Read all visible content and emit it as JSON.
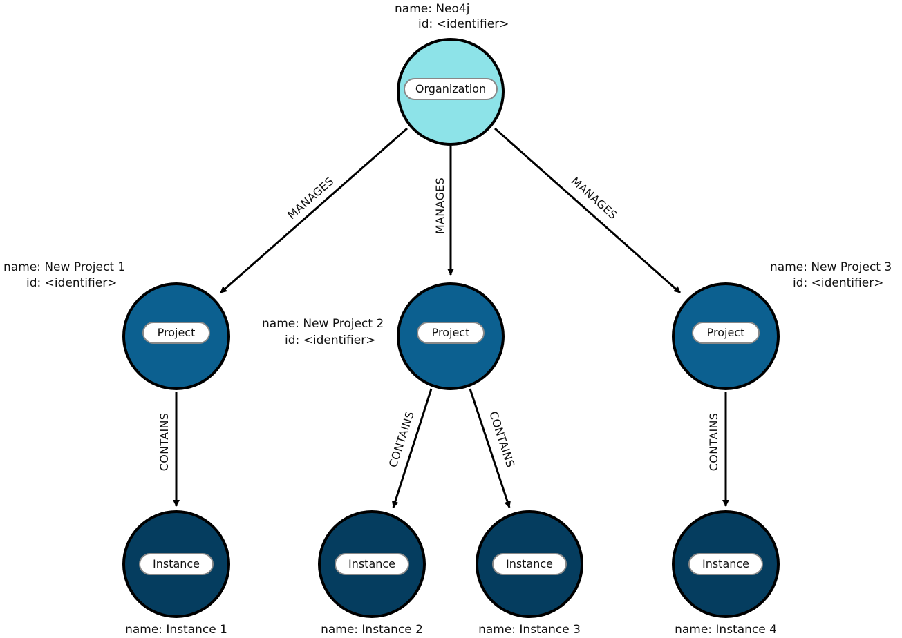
{
  "diagram": {
    "colors": {
      "organization": "#8de3e8",
      "project": "#0c6090",
      "instance": "#053d5f",
      "edge": "#000000",
      "label_pill_fill": "#ffffff",
      "label_pill_border": "#888888"
    },
    "nodes": {
      "org": {
        "label": "Organization",
        "prop_name": "name: Neo4j",
        "prop_id": "id: <identifier>"
      },
      "p1": {
        "label": "Project",
        "prop_name": "name: New Project 1",
        "prop_id": "id: <identifier>"
      },
      "p2": {
        "label": "Project",
        "prop_name": "name: New Project 2",
        "prop_id": "id: <identifier>"
      },
      "p3": {
        "label": "Project",
        "prop_name": "name: New Project 3",
        "prop_id": "id: <identifier>"
      },
      "i1": {
        "label": "Instance",
        "prop_name": "name: Instance 1"
      },
      "i2": {
        "label": "Instance",
        "prop_name": "name: Instance 2"
      },
      "i3": {
        "label": "Instance",
        "prop_name": "name: Instance 3"
      },
      "i4": {
        "label": "Instance",
        "prop_name": "name: Instance 4"
      }
    },
    "edges": {
      "org_p1": "MANAGES",
      "org_p2": "MANAGES",
      "org_p3": "MANAGES",
      "p1_i1": "CONTAINS",
      "p2_i2": "CONTAINS",
      "p2_i3": "CONTAINS",
      "p3_i4": "CONTAINS"
    }
  }
}
